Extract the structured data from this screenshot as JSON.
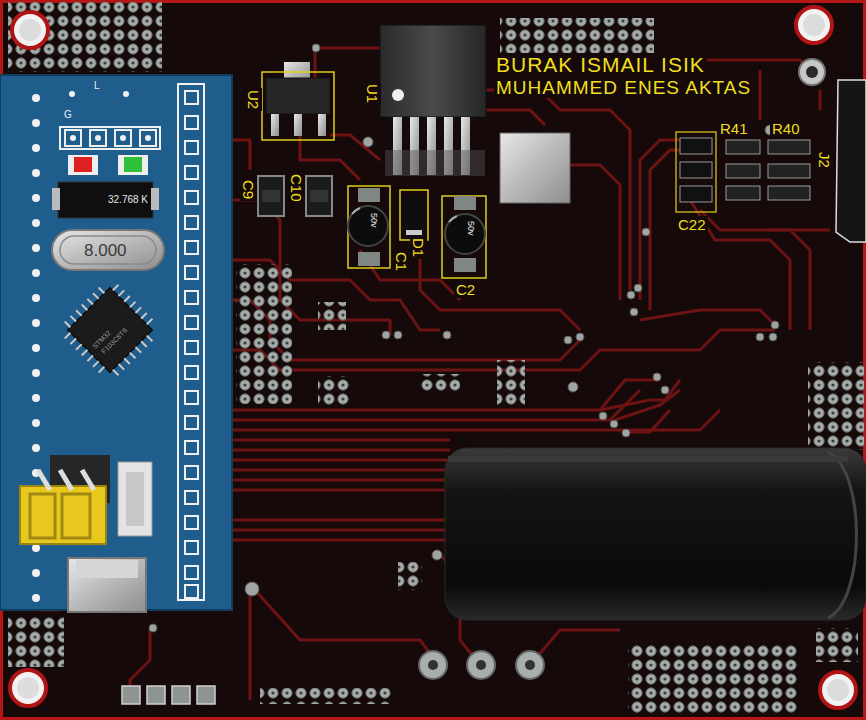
{
  "diagram": {
    "labels": [
      "BURAK ISMAIL ISIK",
      "MUHAMMED ENES AKTAS",
      "U2",
      "U1",
      "C9",
      "C10",
      "C1",
      "D1",
      "C2",
      "R41",
      "R40",
      "J2",
      "C22",
      "32.768 K",
      "8.000",
      "STM32",
      "F103C8T6",
      "50v",
      "50v",
      "L",
      "G"
    ]
  }
}
